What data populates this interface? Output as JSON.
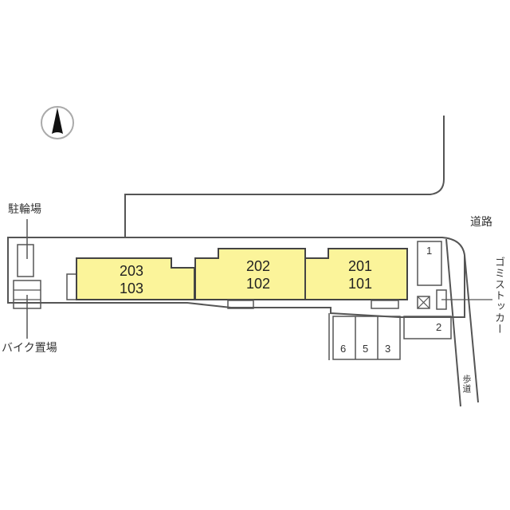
{
  "compass": {
    "icon": "north-arrow-icon"
  },
  "labels": {
    "bicycle_parking": "駐輪場",
    "motorbike_parking": "バイク置場",
    "road": "道路",
    "garbage_stocker": "ゴミストッカー",
    "sidewalk": "歩道"
  },
  "buildings": [
    {
      "upper": "203",
      "lower": "103"
    },
    {
      "upper": "202",
      "lower": "102"
    },
    {
      "upper": "201",
      "lower": "101"
    }
  ],
  "parking": [
    {
      "label": "1"
    },
    {
      "label": "2"
    },
    {
      "label": "3"
    },
    {
      "label": "5"
    },
    {
      "label": "6"
    }
  ],
  "colors": {
    "building_fill": "#FBF49A",
    "line": "#555555"
  }
}
